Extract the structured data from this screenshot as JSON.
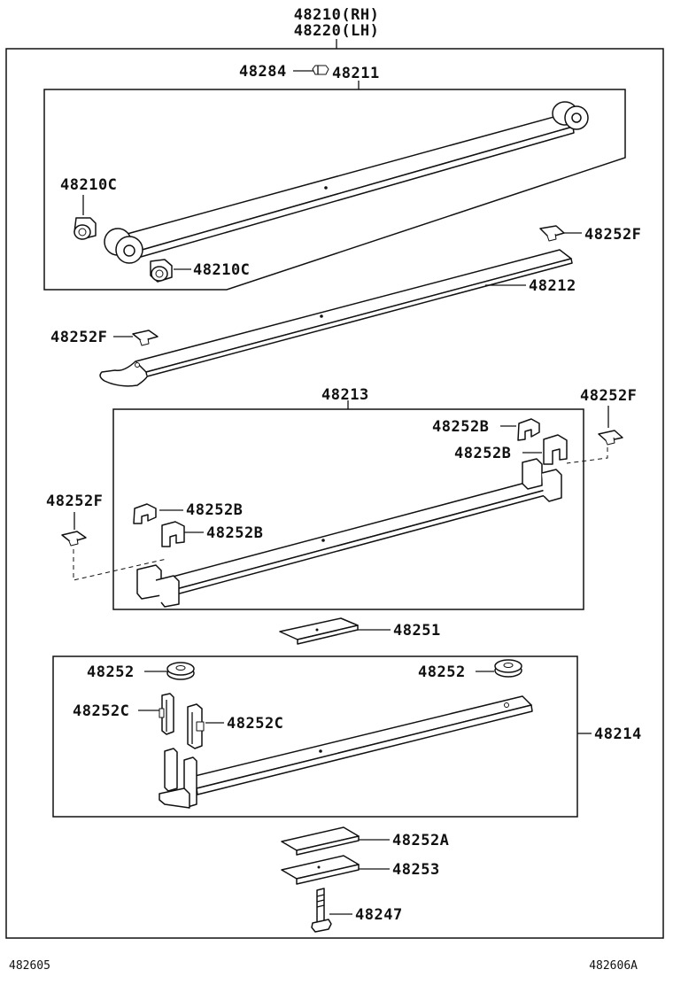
{
  "labels": {
    "assy_rh": "48210(RH)",
    "assy_lh": "48220(LH)",
    "p48284": "48284",
    "p48211": "48211",
    "p48210c_top": "48210C",
    "p48210c_bottom": "48210C",
    "p48252f_right_top": "48252F",
    "p48212": "48212",
    "p48252f_left": "48252F",
    "p48213": "48213",
    "p48252f_right_mid": "48252F",
    "p48252b_1": "48252B",
    "p48252b_2": "48252B",
    "p48252f_left_mid": "48252F",
    "p48252b_3": "48252B",
    "p48252b_4": "48252B",
    "p48251": "48251",
    "p48252_left": "48252",
    "p48252_right": "48252",
    "p48252c_left": "48252C",
    "p48252c_right": "48252C",
    "p48214": "48214",
    "p48252a": "48252A",
    "p48253": "48253",
    "p48247": "48247"
  },
  "footer": {
    "left_code": "482605",
    "right_code": "482606A"
  }
}
